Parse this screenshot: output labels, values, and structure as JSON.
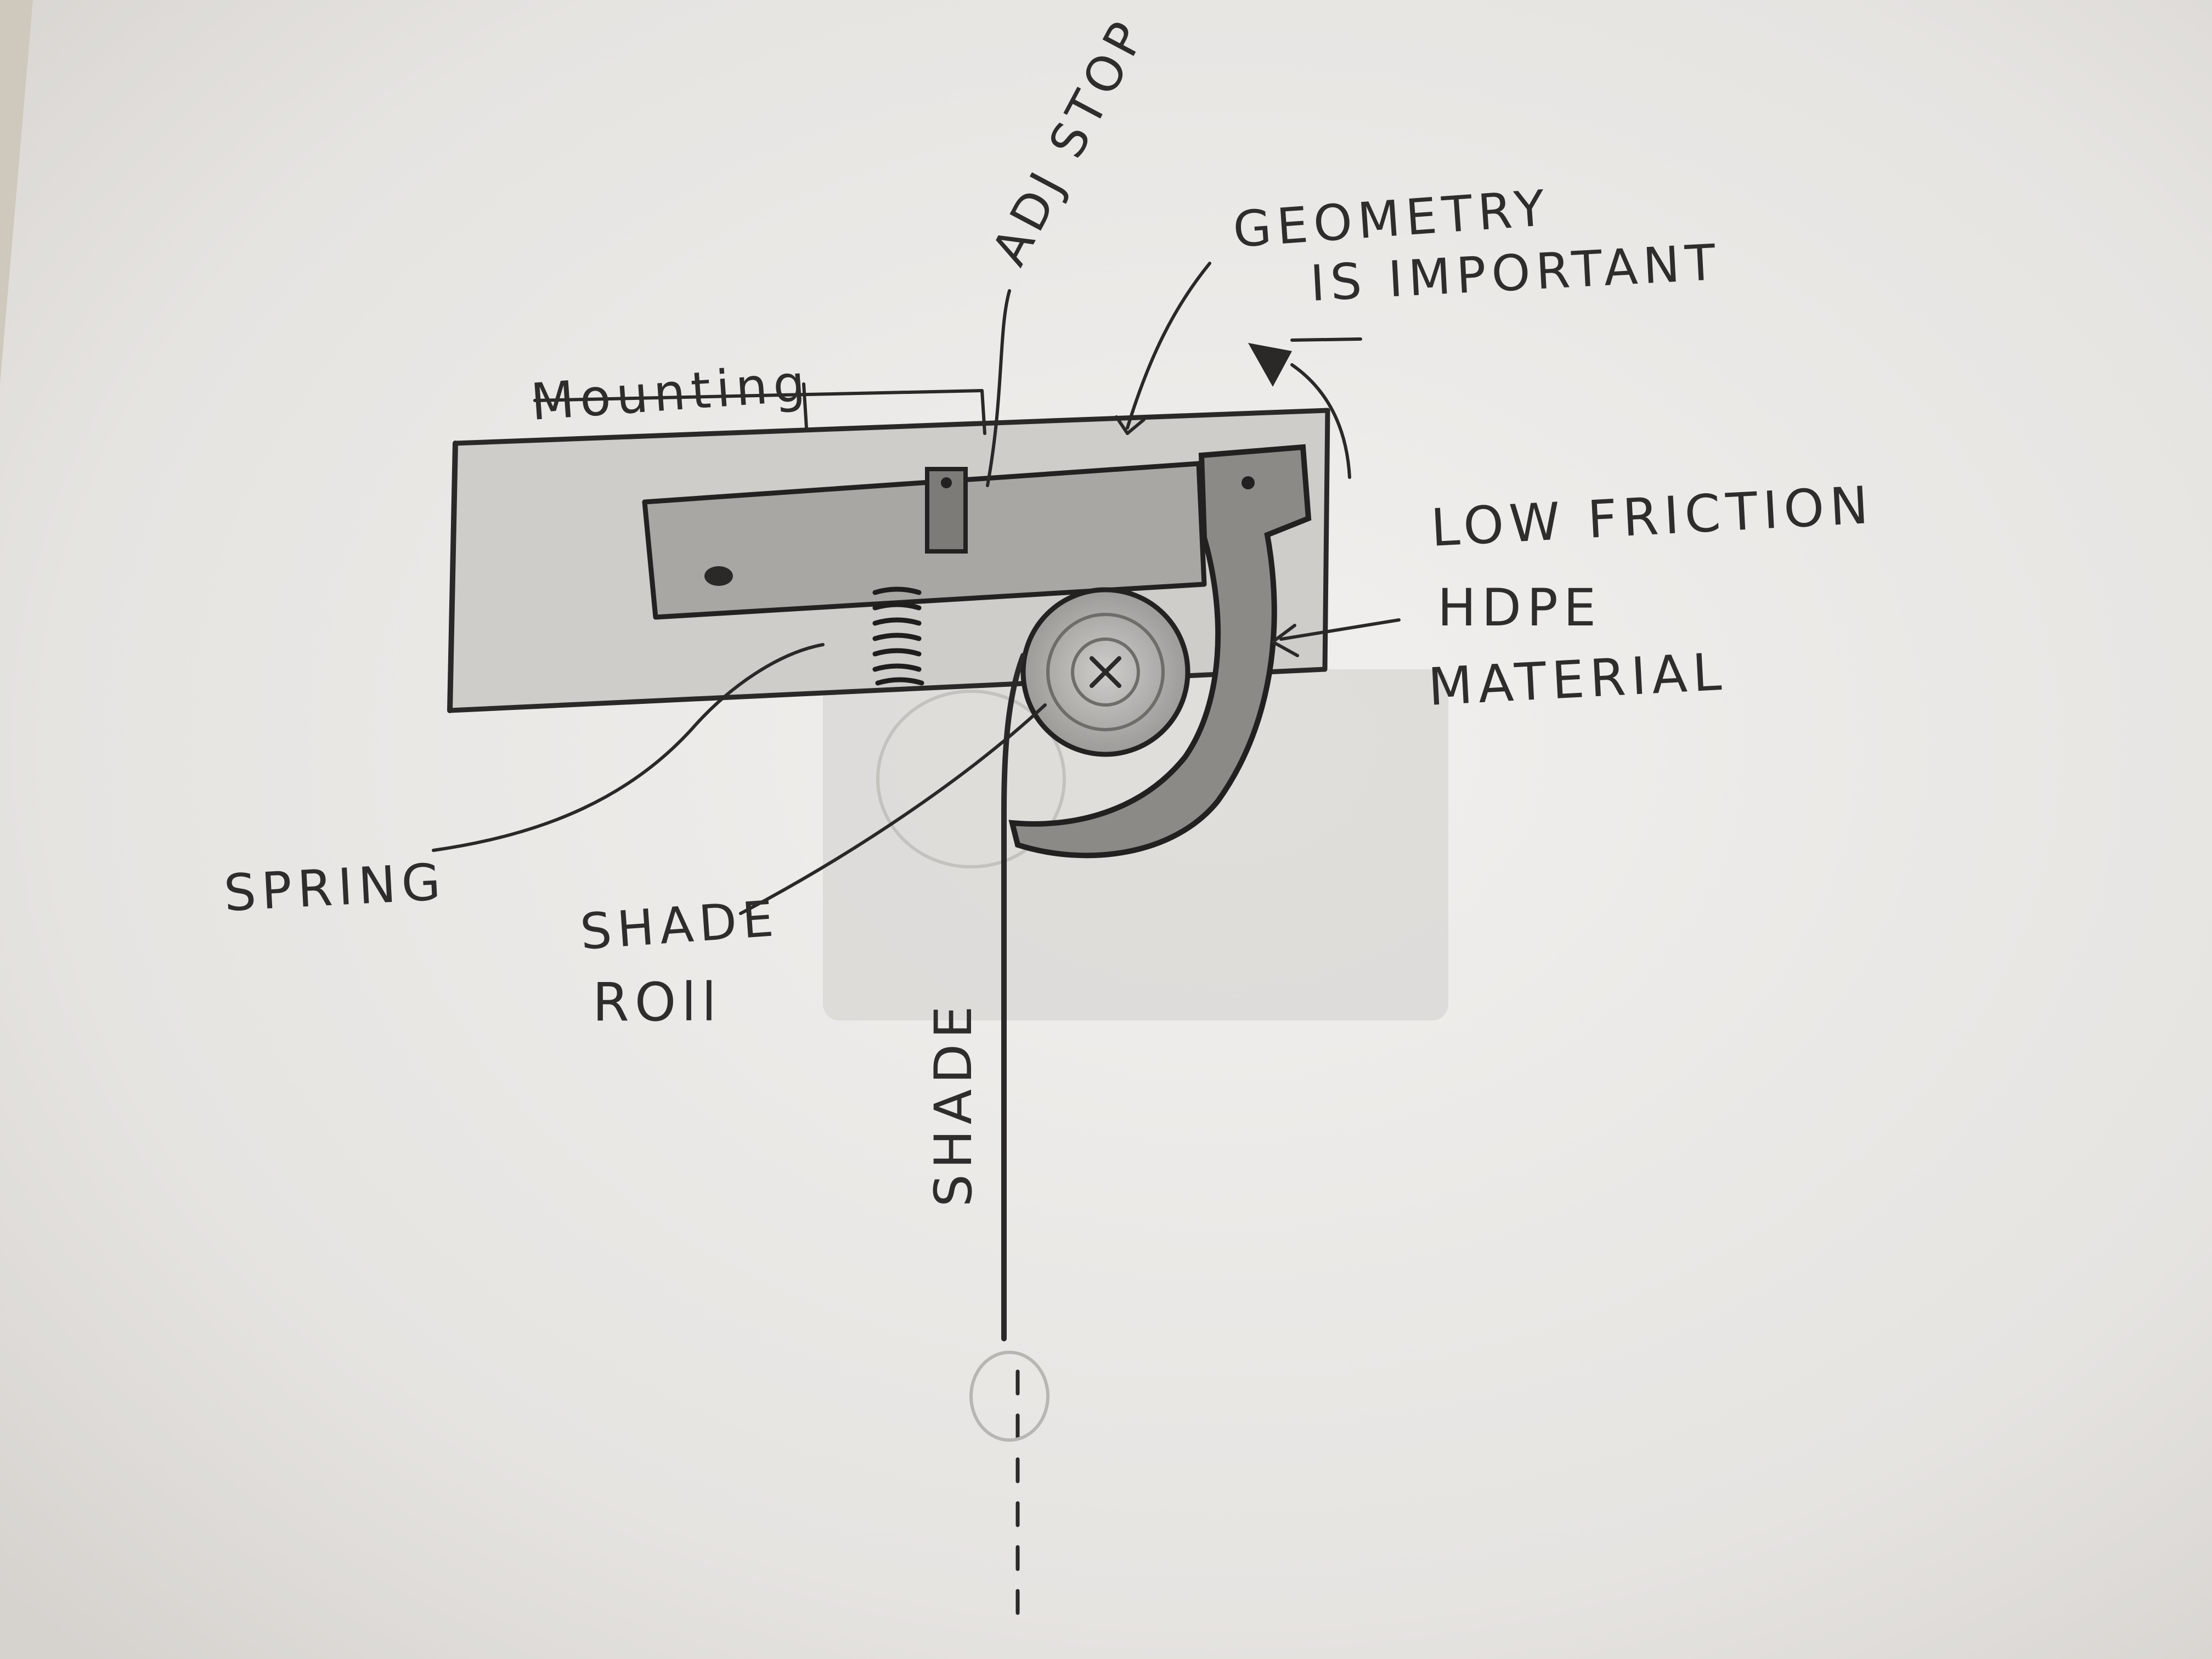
{
  "labels": {
    "mounting": "Mounting",
    "adj_stop": "ADJ STOP",
    "geometry_line1": "GEOMETRY",
    "geometry_line2": "IS IMPORTANT",
    "low_friction_line1": "LOW FRICTION",
    "low_friction_line2": "HDPE",
    "low_friction_line3": "MATERIAL",
    "spring": "SPRING",
    "shade_roll_line1": "SHADE",
    "shade_roll_line2": "ROll",
    "shade": "SHADE"
  },
  "colors": {
    "paper": "#ebe9e6",
    "pencil": "#2a2927",
    "background": "#cfc8bd"
  }
}
